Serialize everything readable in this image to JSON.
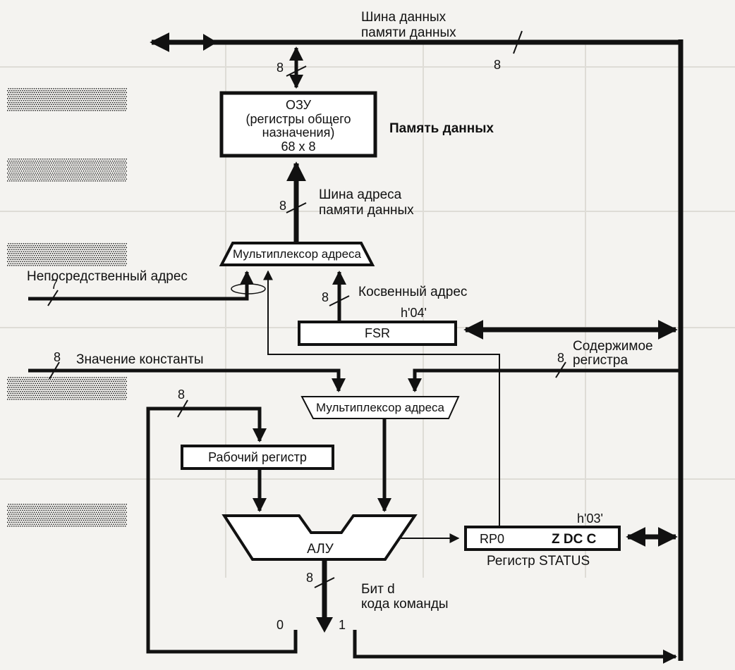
{
  "diagram": {
    "data_bus_line1": "Шина данных",
    "data_bus_line2": "памяти данных",
    "data_memory_title": "Память данных",
    "ram_line1": "ОЗУ",
    "ram_line2": "(регистры общего",
    "ram_line3": "назначения)",
    "ram_line4": "68 x 8",
    "addr_bus_line1": "Шина адреса",
    "addr_bus_line2": "памяти данных",
    "addr_mux_top": "Мультиплексор адреса",
    "immediate_addr": "Непосредственный адрес",
    "indirect_addr": "Косвенный адрес",
    "fsr_label": "FSR",
    "fsr_addr": "h'04'",
    "constant_value": "Значение константы",
    "register_content_line1": "Содержимое",
    "register_content_line2": "регистра",
    "addr_mux_bottom": "Мультиплексор адреса",
    "work_register": "Рабочий регистр",
    "alu": "АЛУ",
    "status_rp0": "RP0",
    "status_flags": "Z DC C",
    "status_addr": "h'03'",
    "status_register": "Регистр STATUS",
    "d_bit_line1": "Бит d",
    "d_bit_line2": "кода команды",
    "output_zero": "0",
    "output_one": "1",
    "width_data_bus_right": "8",
    "width_ram_in": "8",
    "width_addr_bus": "8",
    "width_immediate": "7",
    "width_indirect": "8",
    "width_constant": "8",
    "width_register_content": "8",
    "width_work_reg_in": "8",
    "width_alu_out": "8"
  }
}
